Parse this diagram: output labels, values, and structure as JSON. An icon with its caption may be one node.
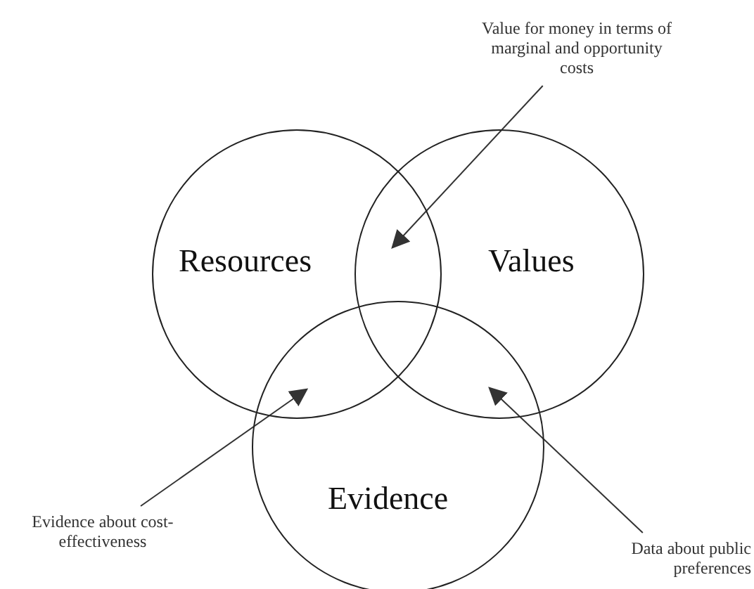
{
  "diagram": {
    "nodes": [
      {
        "text": [
          "Resources"
        ]
      },
      {
        "text": [
          "Values"
        ]
      },
      {
        "text": [
          "Evidence"
        ]
      },
      {
        "text": [
          "Value for money in terms of marginal and opportunity costs"
        ]
      },
      {
        "text": [
          "Evidence about cost-effectiveness"
        ]
      },
      {
        "text": [
          "Data about public preferences"
        ]
      }
    ],
    "edges": [
      {
        "from": 3,
        "to": 0,
        "arrow": "to"
      },
      {
        "from": 4,
        "to": 0,
        "arrow": "to"
      },
      {
        "from": 5,
        "to": 1,
        "arrow": "to"
      }
    ]
  }
}
